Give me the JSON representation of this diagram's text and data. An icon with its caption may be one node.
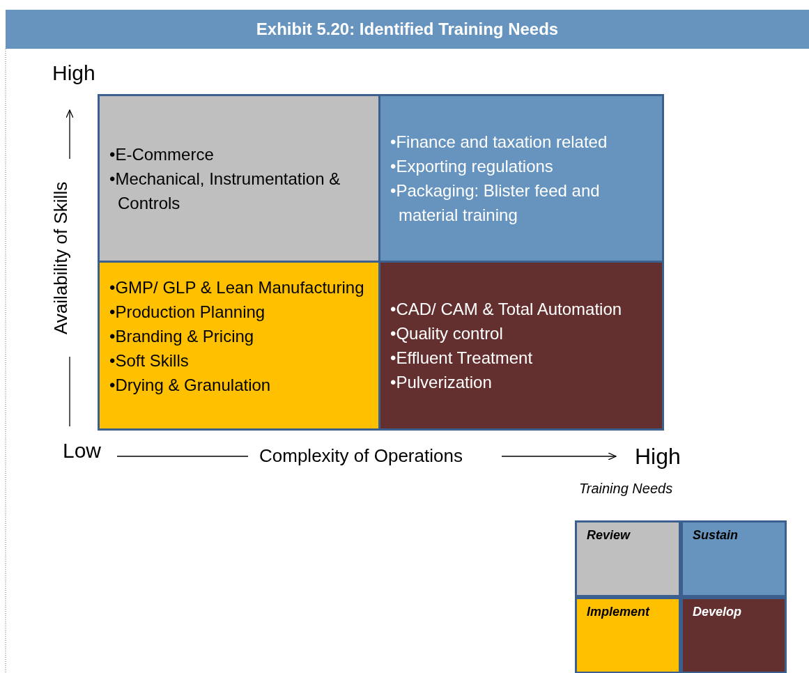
{
  "diagram": {
    "title": "Exhibit 5.20: Identified Training Needs",
    "nodes": [
      {
        "text": [
          "•E-Commerce",
          "•Mechanical, Instrumentation & Controls"
        ]
      },
      {
        "text": [
          "•Finance and taxation related",
          "•Exporting regulations",
          "•Packaging: Blister feed and material training"
        ]
      },
      {
        "text": [
          "•GMP/ GLP & Lean Manufacturing",
          "•Production Planning",
          "•Branding & Pricing",
          "•Soft Skills",
          "•Drying & Granulation"
        ]
      },
      {
        "text": [
          "•CAD/ CAM & Total Automation",
          "•Quality control",
          "•Effluent Treatment",
          "•Pulverization"
        ]
      }
    ],
    "labels": [
      "High",
      "Availability of Skills",
      "Low",
      "Complexity of Operations",
      "High",
      "Training Needs"
    ],
    "legend": [
      {
        "text": "Review",
        "color": "#bfbfbf"
      },
      {
        "text": "Sustain",
        "color": "#6694be"
      },
      {
        "text": "Implement",
        "color": "#ffc000"
      },
      {
        "text": "Develop",
        "color": "#632f2f"
      }
    ]
  }
}
